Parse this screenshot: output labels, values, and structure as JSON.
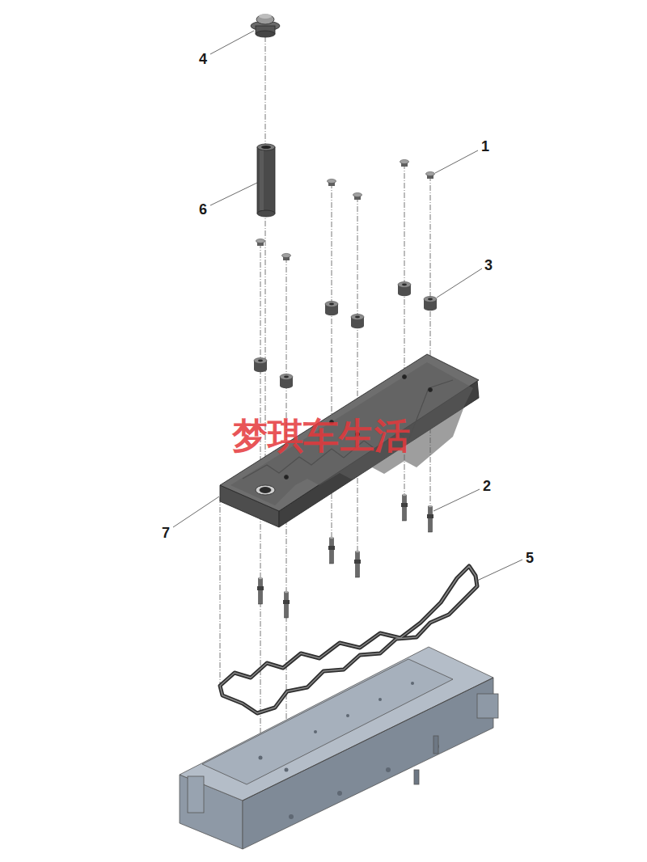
{
  "diagram": {
    "labels": [
      "4",
      "1",
      "6",
      "3",
      "梦琪车生活",
      "2",
      "7",
      "5"
    ]
  }
}
